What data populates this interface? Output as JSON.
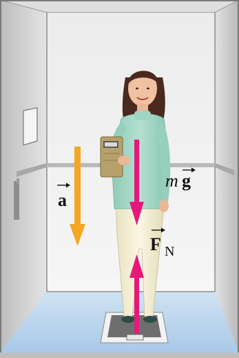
{
  "labels": {
    "acceleration": "a",
    "weight_m": "m",
    "weight_g": "g",
    "normal_F": "F",
    "normal_sub": "N"
  },
  "colors": {
    "acceleration_arrow": "#f5a623",
    "force_arrows": "#e6197a",
    "floor": "#bcd7ef",
    "walls": "#d9d9d9"
  }
}
